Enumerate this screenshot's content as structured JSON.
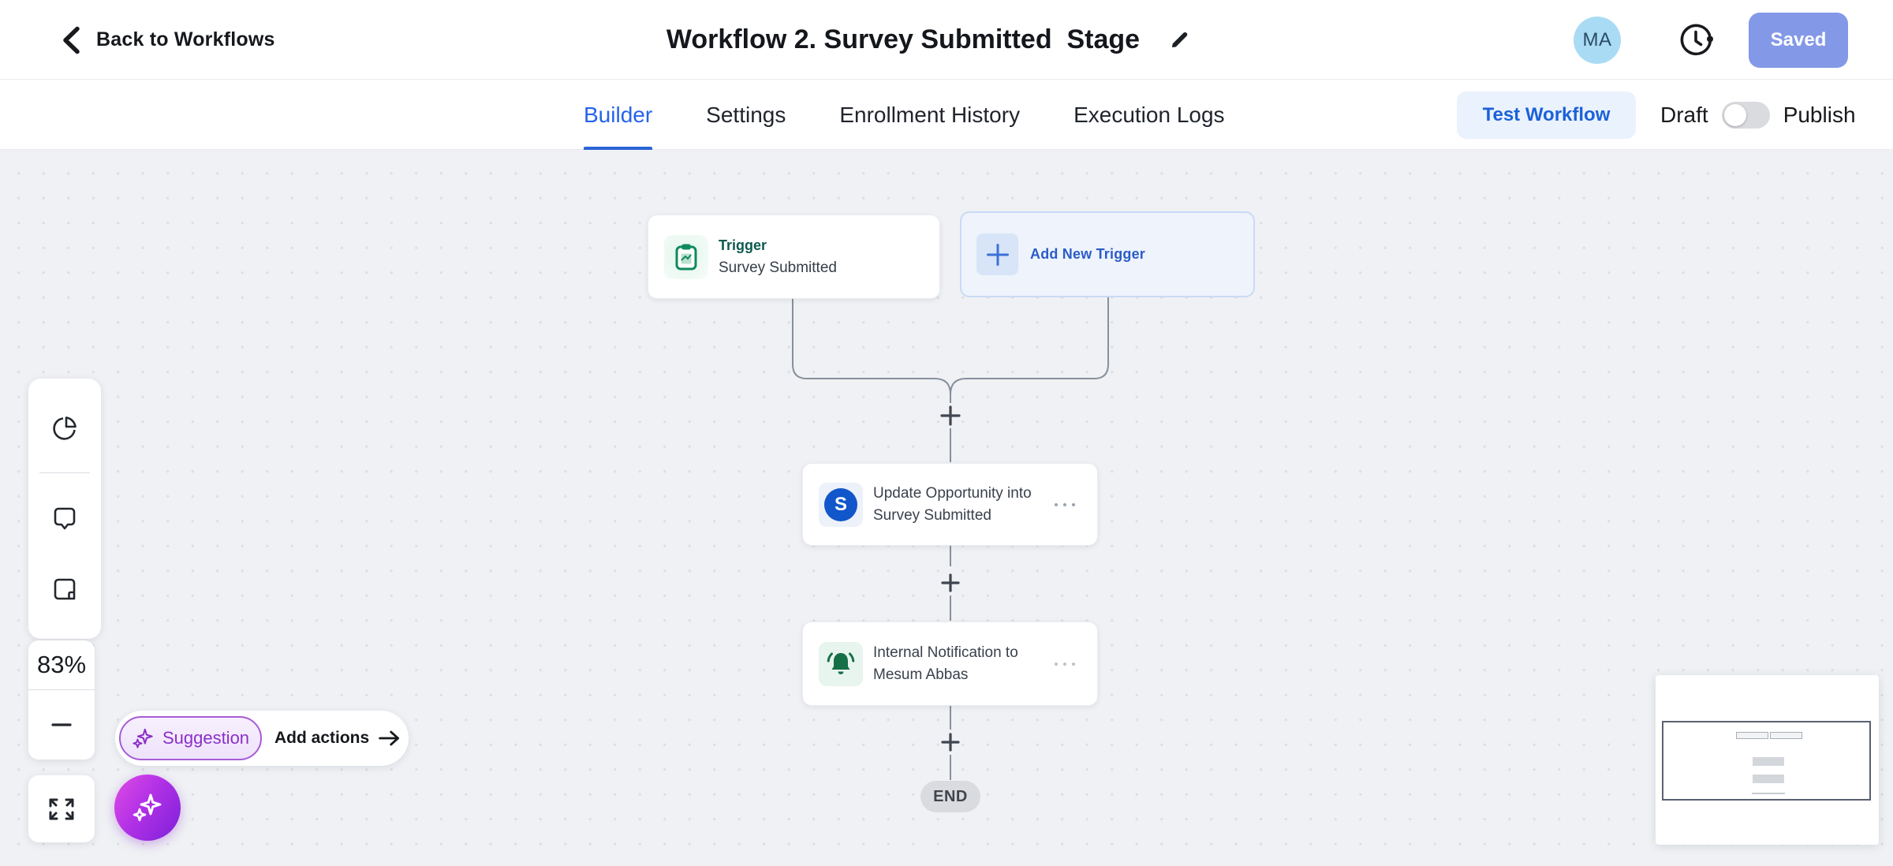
{
  "header": {
    "back_label": "Back to Workflows",
    "title": "Workflow 2. Survey Submitted  Stage",
    "avatar_initials": "MA",
    "saved_label": "Saved"
  },
  "tabs": {
    "items": [
      {
        "label": "Builder",
        "active": true
      },
      {
        "label": "Settings",
        "active": false
      },
      {
        "label": "Enrollment History",
        "active": false
      },
      {
        "label": "Execution Logs",
        "active": false
      }
    ],
    "test_workflow_label": "Test Workflow",
    "draft_label": "Draft",
    "publish_label": "Publish",
    "toggle_state": "off"
  },
  "canvas": {
    "zoom_level": "83%",
    "trigger_node": {
      "kicker": "Trigger",
      "title": "Survey Submitted",
      "icon": "clipboard-icon"
    },
    "add_trigger": {
      "label": "Add New Trigger",
      "icon": "plus-icon"
    },
    "actions": [
      {
        "line1": "Update Opportunity into",
        "line2": "Survey Submitted",
        "icon": "dollar-circle-icon",
        "icon_letter": "S"
      },
      {
        "line1": "Internal Notification to",
        "line2": "Mesum Abbas",
        "icon": "bell-icon"
      }
    ],
    "end_label": "END",
    "suggestion": {
      "pill_label": "Suggestion",
      "add_actions_label": "Add actions"
    }
  },
  "colors": {
    "accent_blue": "#2563eb",
    "saved_button": "#8398e7",
    "test_workflow_bg": "#eaf2fd",
    "test_workflow_text": "#1b61d9",
    "trigger_green": "#0d5a50",
    "action_blue_icon": "#1156cb",
    "bell_green": "#156f47",
    "suggestion_purple": "#8b2fc9",
    "canvas_bg": "#eff1f4"
  }
}
